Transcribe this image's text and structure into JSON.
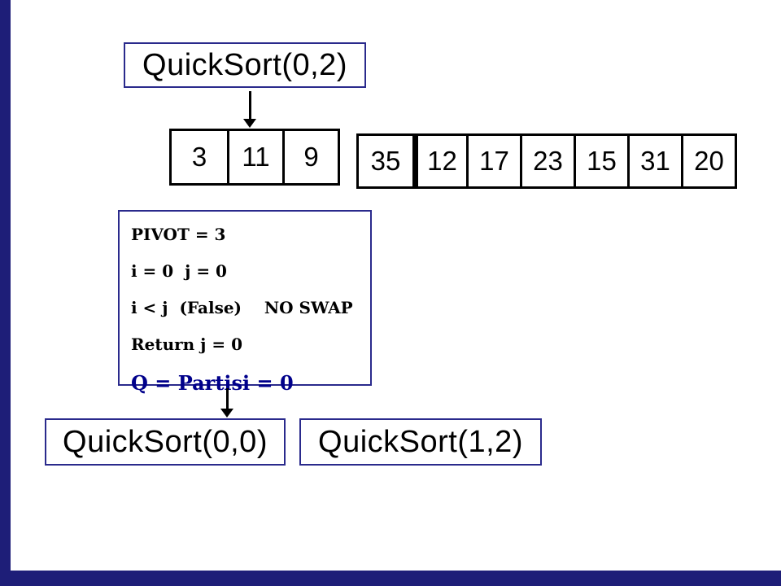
{
  "title_boxes": {
    "root": "QuickSort(0,2)",
    "child_left": "QuickSort(0,0)",
    "child_right": "QuickSort(1,2)"
  },
  "arrays": {
    "left": [
      "3",
      "11",
      "9"
    ],
    "right": [
      "35",
      "12",
      "17",
      "23",
      "15",
      "31",
      "20"
    ]
  },
  "pivot_info": {
    "line_pivot": "PIVOT = 3",
    "line_ij": "i = 0  j = 0",
    "line_compare": "i < j  (False)    NO SWAP",
    "line_return": "Return j = 0",
    "line_partition": "Q = Partisi = 0"
  },
  "colors": {
    "frame": "#1e1e78",
    "partition_text": "#00008b",
    "box_border": "#2a2a8c",
    "cell_border": "#000000"
  }
}
